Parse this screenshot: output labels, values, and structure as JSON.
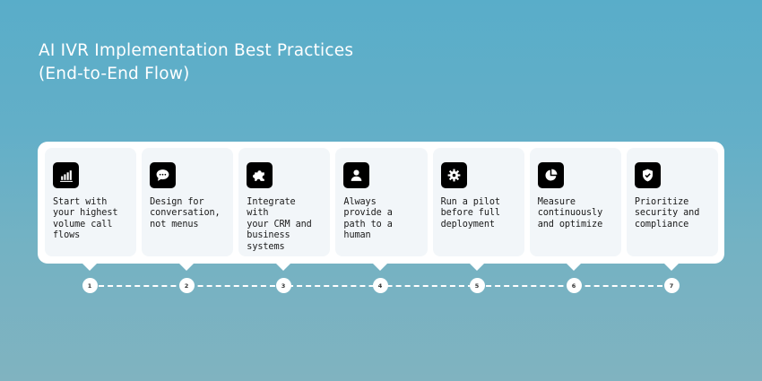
{
  "header": {
    "title_line1": "AI IVR Implementation Best Practices",
    "title_line2": "(End-to-End Flow)"
  },
  "steps": [
    {
      "number": "1",
      "icon": "bar-chart-icon",
      "text": "Start with\nyour highest\nvolume call\nflows"
    },
    {
      "number": "2",
      "icon": "chat-bubble-icon",
      "text": "Design for\nconversation,\nnot menus"
    },
    {
      "number": "3",
      "icon": "puzzle-icon",
      "text": "Integrate with\nyour CRM and\nbusiness\nsystems"
    },
    {
      "number": "4",
      "icon": "user-icon",
      "text": "Always\nprovide a\npath to a\nhuman"
    },
    {
      "number": "5",
      "icon": "gear-icon",
      "text": "Run a pilot\nbefore full\ndeployment"
    },
    {
      "number": "6",
      "icon": "pie-chart-icon",
      "text": "Measure\ncontinuously\nand optimize"
    },
    {
      "number": "7",
      "icon": "shield-check-icon",
      "text": "Prioritize\nsecurity and\ncompliance"
    }
  ],
  "colors": {
    "background_top": "#59adc9",
    "background_bottom": "#80b3c0",
    "panel": "#ffffff",
    "card": "#f2f6f9",
    "icon_bg": "#000000",
    "text": "#1a1a1a"
  }
}
